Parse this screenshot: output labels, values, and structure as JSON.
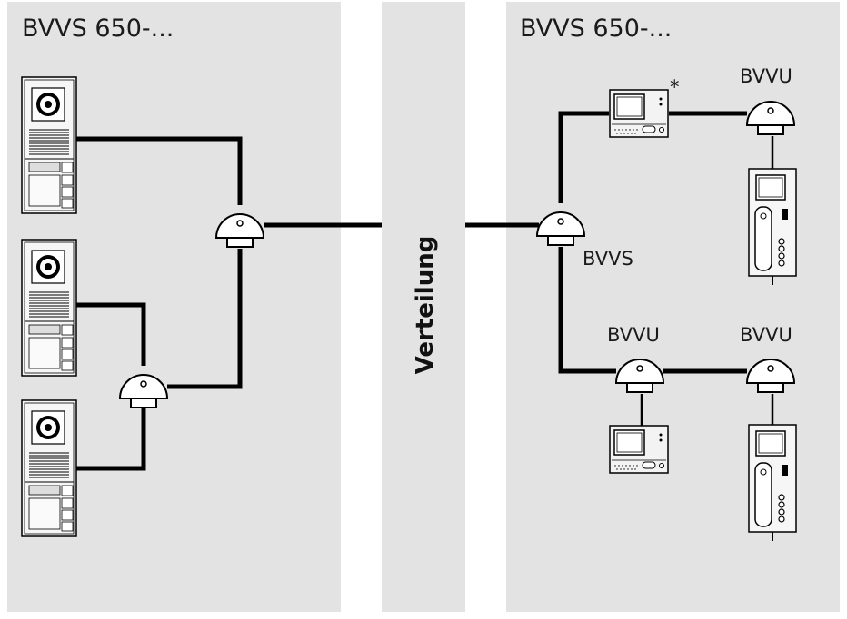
{
  "left_panel": {
    "title": "BVVS 650-..."
  },
  "right_panel": {
    "title": "BVVS 650-..."
  },
  "distribution": {
    "label": "Verteilung"
  },
  "labels": {
    "bvvs": "BVVS",
    "bvvu_top": "BVVU",
    "bvvu_mid": "BVVU",
    "bvvu_right": "BVVU",
    "asterisk": "*"
  },
  "icons": {
    "door_station": "door-station-icon",
    "distributor": "distributor-icon",
    "video_monitor": "video-monitor-icon",
    "video_handset": "video-handset-icon"
  }
}
